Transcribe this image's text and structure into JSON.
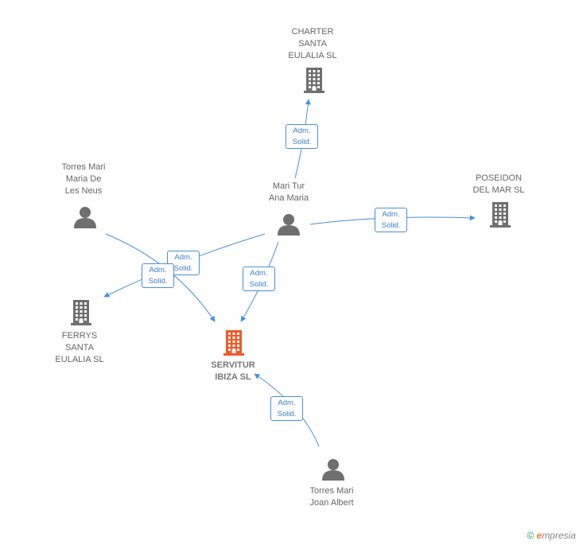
{
  "nodes": {
    "charter": {
      "label": "CHARTER\nSANTA\nEULALIA SL",
      "kind": "company"
    },
    "poseidon": {
      "label": "POSEIDON\nDEL MAR SL",
      "kind": "company"
    },
    "ferrys": {
      "label": "FERRYS\nSANTA\nEULALIA SL",
      "kind": "company"
    },
    "servitur": {
      "label": "SERVITUR\nIBIZA SL",
      "kind": "company-main"
    },
    "mari_tur": {
      "label": "Mari Tur\nAna Maria",
      "kind": "person"
    },
    "torres_neus": {
      "label": "Torres Mari\nMaria De\nLes Neus",
      "kind": "person"
    },
    "torres_joan": {
      "label": "Torres Mari\nJoan Albert",
      "kind": "person"
    }
  },
  "edges": [
    {
      "id": "e1",
      "from": "mari_tur",
      "to": "charter",
      "label": "Adm.\nSolid."
    },
    {
      "id": "e2",
      "from": "mari_tur",
      "to": "poseidon",
      "label": "Adm.\nSolid."
    },
    {
      "id": "e3",
      "from": "mari_tur",
      "to": "ferrys",
      "label": "Adm.\nSolid."
    },
    {
      "id": "e4",
      "from": "mari_tur",
      "to": "servitur",
      "label": "Adm.\nSolid."
    },
    {
      "id": "e5",
      "from": "torres_neus",
      "to": "servitur",
      "label": "Adm.\nSolid."
    },
    {
      "id": "e6",
      "from": "torres_joan",
      "to": "servitur",
      "label": "Adm.\nSolid."
    }
  ],
  "colors": {
    "edge": "#4a8fd9",
    "company": "#6f6f6f",
    "company_main": "#f05a28",
    "person": "#6f6f6f"
  },
  "footer": {
    "copyright": "©",
    "brand_first": "e",
    "brand_rest": "mpresia"
  }
}
